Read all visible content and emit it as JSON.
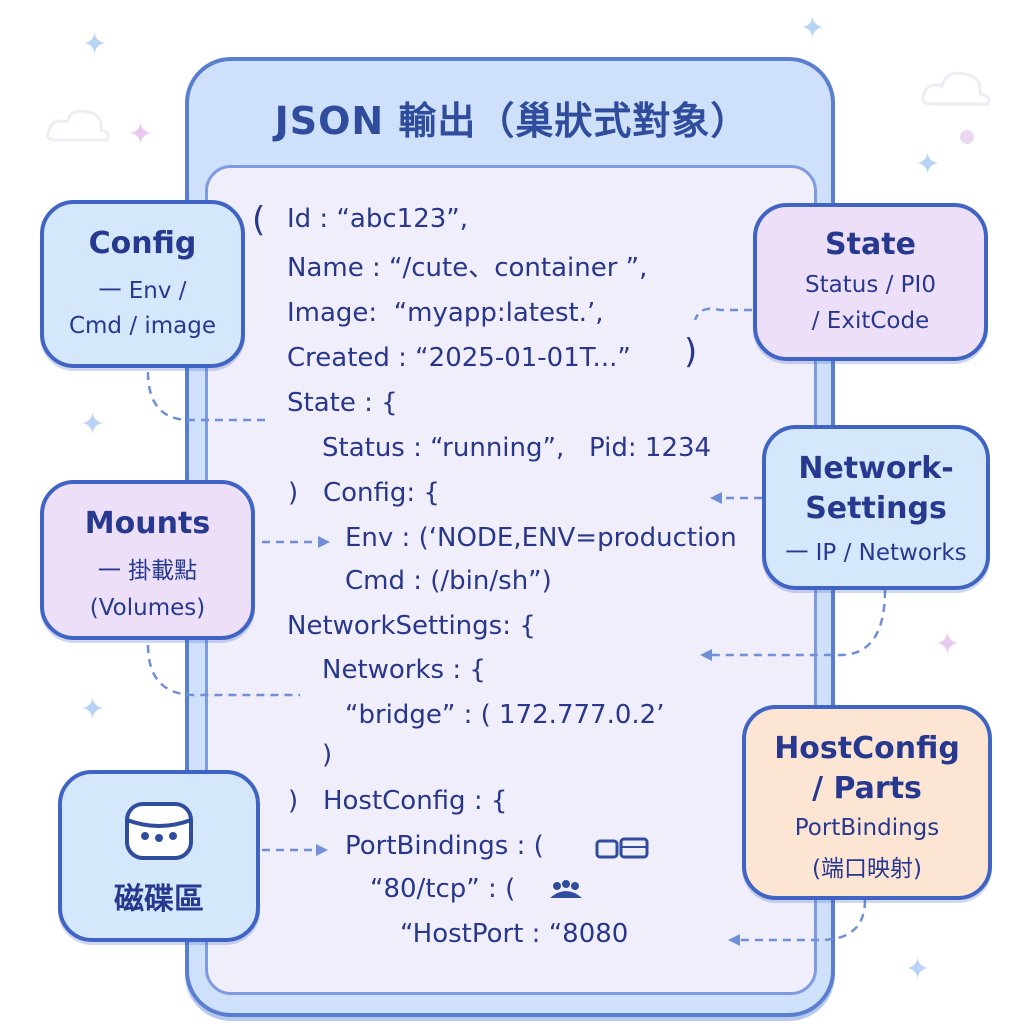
{
  "title": "JSON 輸出（巢狀式對象）",
  "code_lines": [
    "Id : “abc123”,",
    "Name : “/cute、container ”,",
    "Image:  “myapp:latest.’,",
    "Created : “2025-01-01T...”",
    "State : {",
    "Status : “running”,   Pid: 1234",
    ")   Config: {",
    "Env : (‘NODE,ENV=production",
    "Cmd : (/bin/sh”)",
    "NetworkSettings: {",
    "Networks : {",
    "“bridge” : ( 172.777.0.2’",
    ")",
    ")   HostConfig : {",
    "PortBindings : (",
    "“80/tcp” : (",
    "“HostPort : “8080"
  ],
  "open_brace": "(",
  "close_paren": ")",
  "callouts": {
    "config": {
      "title": "Config",
      "line1": "一 Env /",
      "line2": "Cmd / image"
    },
    "state": {
      "title": "State",
      "line1": "Status / PI0",
      "line2": "/ ExitCode"
    },
    "mounts": {
      "title": "Mounts",
      "line1": "一 掛載點",
      "line2": "(Volumes)"
    },
    "network": {
      "title1": "Network-",
      "title2": "Settings",
      "line1": "一 IP / Networks"
    },
    "hostconfig": {
      "title1": "HostConfig",
      "title2": "/ Parts",
      "line1": "PortBindings",
      "line2": "(端口映射)"
    },
    "storage": {
      "label": "磁碟區"
    }
  },
  "colors": {
    "panel_bg": "#cfe0fb",
    "panel_border": "#5a7ed0",
    "code_text": "#28378a",
    "callout_blue": "#d4e7fb",
    "callout_purple": "#ecdff7",
    "callout_peach": "#fde5d4",
    "connector": "#6f8fd6"
  },
  "icons": [
    "sparkle-icon",
    "cloud-icon",
    "database-icon",
    "box-icon",
    "people-icon"
  ]
}
